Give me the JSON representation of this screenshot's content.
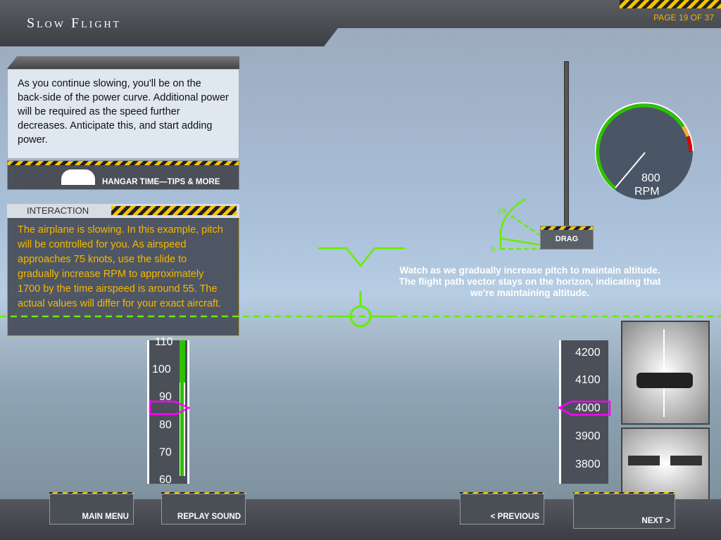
{
  "header": {
    "title": "Slow Flight",
    "page": "PAGE 19 OF 37"
  },
  "info": {
    "text": "As you continue slowing, you'll be on the back-side of the power curve. Additional power will be required as the speed further decreases.  Anticipate this, and start adding power.",
    "hangar_label": "HANGAR TIME—TIPS & MORE"
  },
  "interaction": {
    "label": "INTERACTION",
    "text": "The airplane is slowing.  In this example, pitch will be controlled for you.  As airspeed approaches 75 knots, use the slide to gradually increase RPM to approximately 1700 by the time airspeed is around 55.  The actual values will differ for your exact aircraft."
  },
  "rpm_gauge": {
    "value": "800",
    "unit": "RPM",
    "colors": {
      "green": "#2fc000",
      "yellow": "#f0b030",
      "red": "#e00000"
    }
  },
  "slider": {
    "label": "DRAG"
  },
  "pitch": {
    "max_label": "18",
    "min_label": "0"
  },
  "caption": "Watch as we gradually increase pitch to maintain altitude.  The flight path vector stays on the horizon, indicating that we're maintaining altitude.",
  "airspeed_tape": {
    "ticks": [
      "110",
      "100",
      "90",
      "80",
      "70",
      "60"
    ],
    "current": 85,
    "bug_color": "#ff00ff"
  },
  "altimeter_tape": {
    "ticks": [
      "4200",
      "4100",
      "4000",
      "3900",
      "3800"
    ],
    "current": "4000"
  },
  "nav": {
    "main_menu": "MAIN MENU",
    "replay": "REPLAY SOUND",
    "previous": "< PREVIOUS",
    "next": "NEXT >"
  },
  "colors": {
    "hud": "#66ee00",
    "accent": "#f3b800"
  }
}
